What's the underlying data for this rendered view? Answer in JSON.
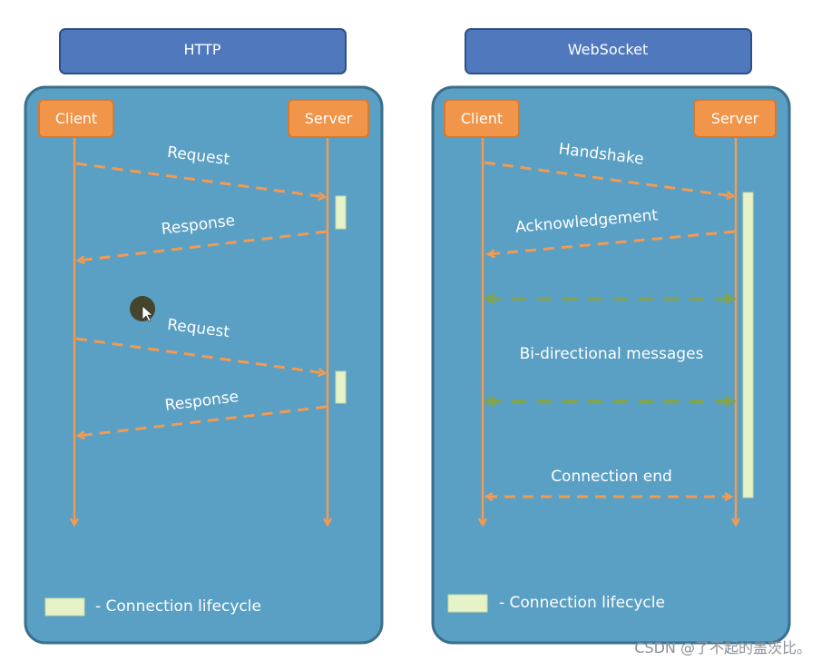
{
  "http": {
    "title": "HTTP",
    "client": "Client",
    "server": "Server",
    "messages": [
      "Request",
      "Response",
      "Request",
      "Response"
    ],
    "legend": "- Connection lifecycle"
  },
  "websocket": {
    "title": "WebSocket",
    "client": "Client",
    "server": "Server",
    "handshake": "Handshake",
    "ack": "Acknowledgement",
    "bidirectional": "Bi-directional messages",
    "end": "Connection end",
    "legend": "- Connection lifecycle"
  },
  "colors": {
    "panel": "#5a9fc4",
    "panel_border": "#3a6f8d",
    "title_box": "#4f78bd",
    "actor_box": "#f0954a",
    "orange": "#f29b52",
    "green": "#7fa455",
    "lifecycle": "#e6f2c8"
  },
  "watermark": "CSDN @了不起的盖茨比。"
}
